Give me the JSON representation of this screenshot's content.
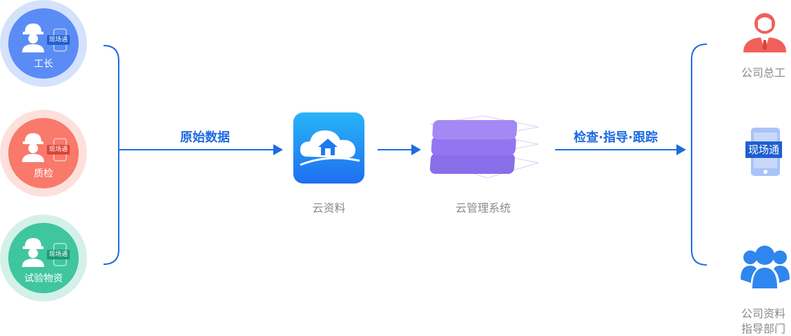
{
  "roles": [
    {
      "label": "工长",
      "tag": "现场通",
      "color_outer": "#d5e2fd",
      "color_inner": "#5b8cf5"
    },
    {
      "label": "质检",
      "tag": "现场通",
      "color_outer": "#fde0dc",
      "color_inner": "#f9796a"
    },
    {
      "label": "试验物资",
      "tag": "现场通",
      "color_outer": "#d3f1e8",
      "color_inner": "#3fc69f"
    }
  ],
  "flow": {
    "input_label": "原始数据",
    "cloud_caption": "云资料",
    "system_caption": "云管理系统",
    "output_label": "检查·指导·跟踪"
  },
  "targets": {
    "manager_caption": "公司总工",
    "phone_tag": "现场通",
    "dept_caption_line1": "公司资料",
    "dept_caption_line2": "指导部门"
  },
  "colors": {
    "arrow": "#1e6be0",
    "bracket": "#1e6be0",
    "manager_red": "#f0605a",
    "dept_blue": "#3a8ef0",
    "layer_purple": "#8a6cf0"
  }
}
